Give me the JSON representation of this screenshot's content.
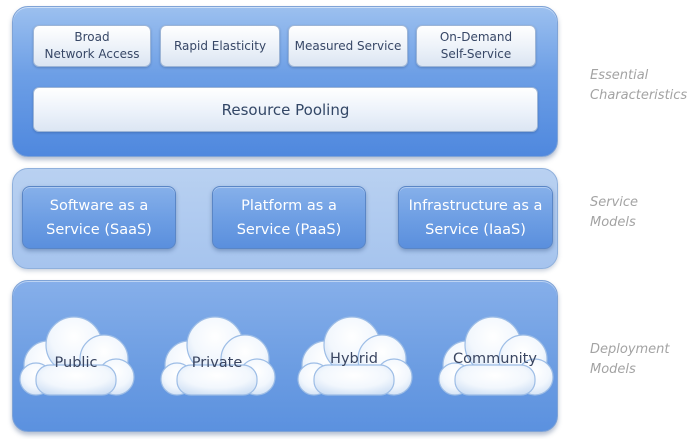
{
  "essential": {
    "characteristics": [
      {
        "label": "Broad\nNetwork Access"
      },
      {
        "label": "Rapid Elasticity"
      },
      {
        "label": "Measured Service"
      },
      {
        "label": "On-Demand\nSelf-Service"
      }
    ],
    "pooling_label": "Resource Pooling",
    "side_label": "Essential\nCharacteristics"
  },
  "service": {
    "models": [
      {
        "label": "Software as a\nService (SaaS)"
      },
      {
        "label": "Platform as a\nService (PaaS)"
      },
      {
        "label": "Infrastructure as a\nService (IaaS)"
      }
    ],
    "side_label": "Service\nModels"
  },
  "deployment": {
    "models": [
      {
        "label": "Public"
      },
      {
        "label": "Private"
      },
      {
        "label": "Hybrid"
      },
      {
        "label": "Community"
      }
    ],
    "side_label": "Deployment\nModels"
  },
  "colors": {
    "layer_blue": "#5b91df",
    "service_layer": "#a6c4ee",
    "side_label_gray": "#a3a3a3",
    "cloud_white": "#ffffff",
    "cloud_tint": "#c8dbf3"
  }
}
